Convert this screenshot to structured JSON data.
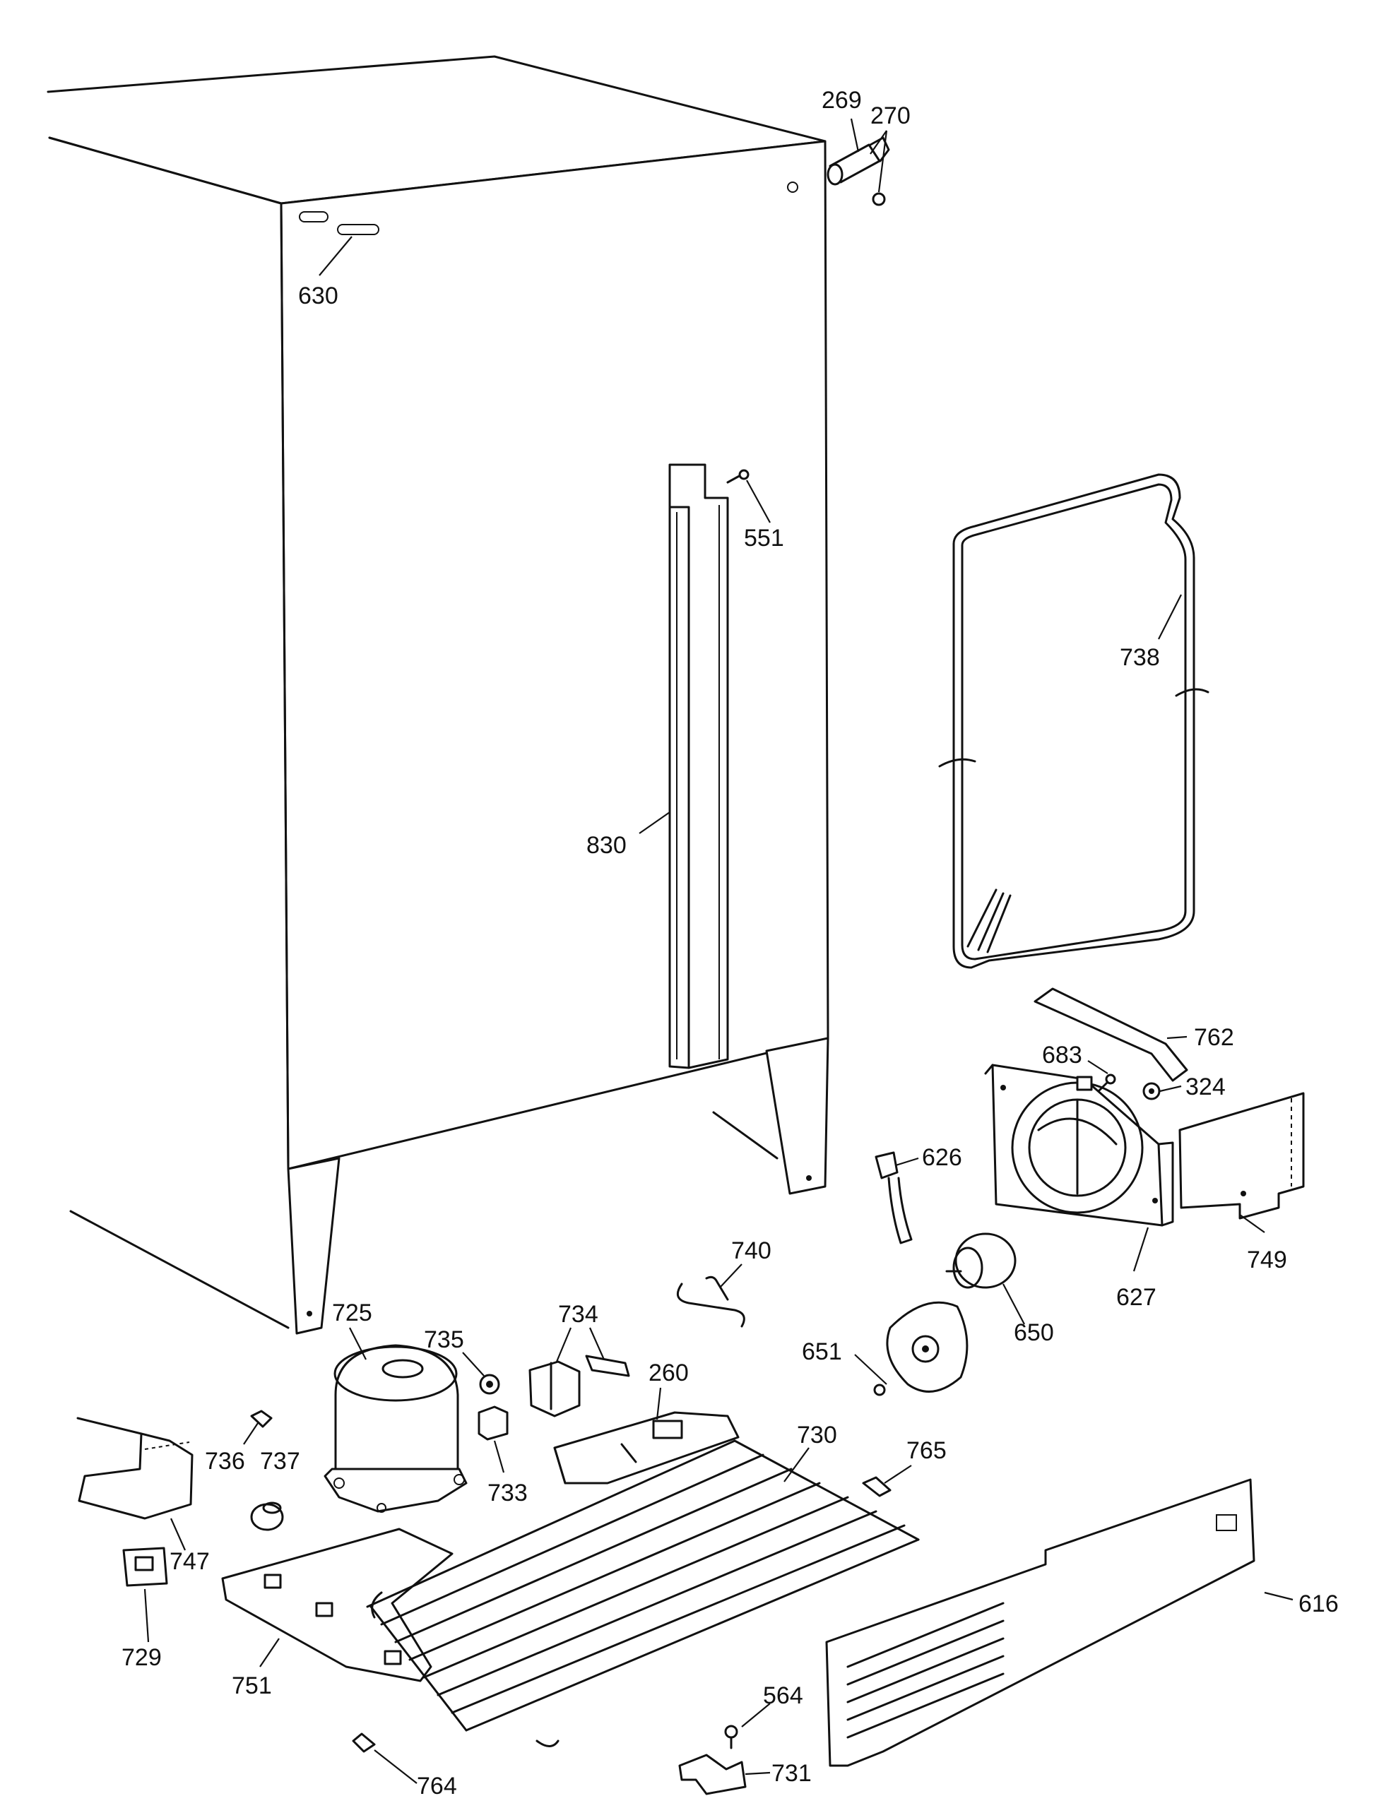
{
  "diagram": {
    "labels": {
      "p269": "269",
      "p270": "270",
      "p630": "630",
      "p551": "551",
      "p738": "738",
      "p830": "830",
      "p762": "762",
      "p683": "683",
      "p324": "324",
      "p626": "626",
      "p749": "749",
      "p627": "627",
      "p740": "740",
      "p650": "650",
      "p725": "725",
      "p735": "735",
      "p734": "734",
      "p260": "260",
      "p651": "651",
      "p730": "730",
      "p765": "765",
      "p736": "736",
      "p737": "737",
      "p733": "733",
      "p747": "747",
      "p616": "616",
      "p729": "729",
      "p751": "751",
      "p564": "564",
      "p731": "731",
      "p764": "764"
    }
  }
}
